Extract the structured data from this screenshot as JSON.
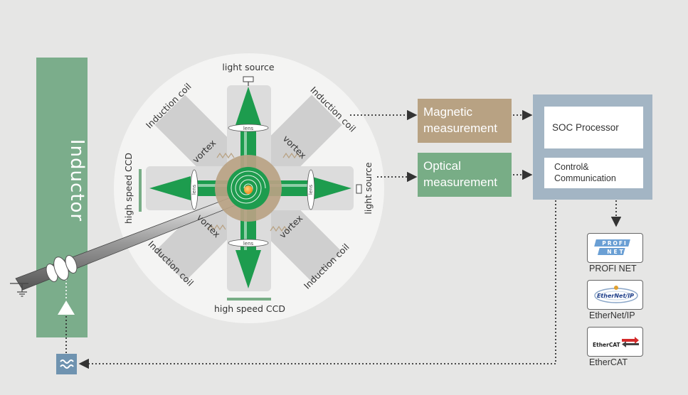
{
  "inductor": {
    "label": "Inductor"
  },
  "center": {
    "light_source_top": "light source",
    "light_source_right": "light source",
    "ccd_bottom": "high speed CCD",
    "ccd_left": "high speed CCD",
    "coils": [
      "Induction coil",
      "Induction coil",
      "Induction coil",
      "Induction coil"
    ],
    "vortex": [
      "vortex",
      "vortex",
      "vortex",
      "vortex"
    ],
    "lens": [
      "lens",
      "lens",
      "lens",
      "lens"
    ]
  },
  "measurements": {
    "magnetic": [
      "Magnetic",
      "measurement"
    ],
    "optical": [
      "Optical",
      "measurement"
    ]
  },
  "processor": {
    "soc": "SOC Processor",
    "control": [
      "Control&",
      "Communication"
    ]
  },
  "protocols": [
    {
      "name": "PROFI NET",
      "logo_text": [
        "PROFI",
        "NET"
      ]
    },
    {
      "name": "EtherNet/IP",
      "logo_text": [
        "EtherNet/IP"
      ]
    },
    {
      "name": "EtherCAT",
      "logo_text": [
        "EtherCAT"
      ]
    }
  ],
  "colors": {
    "background": "#e6e6e5",
    "inductor_green": "#7bad8b",
    "beam_green": "#1d9c4e",
    "magnetic_tan": "#b8a283",
    "optical_green": "#78ad86",
    "processor_blue": "#a3b5c4"
  },
  "icons": [
    "ac-source-icon",
    "ground-icon",
    "arrow-up-icon",
    "arrow-right-icon",
    "arrow-down-icon",
    "arrow-left-icon"
  ]
}
